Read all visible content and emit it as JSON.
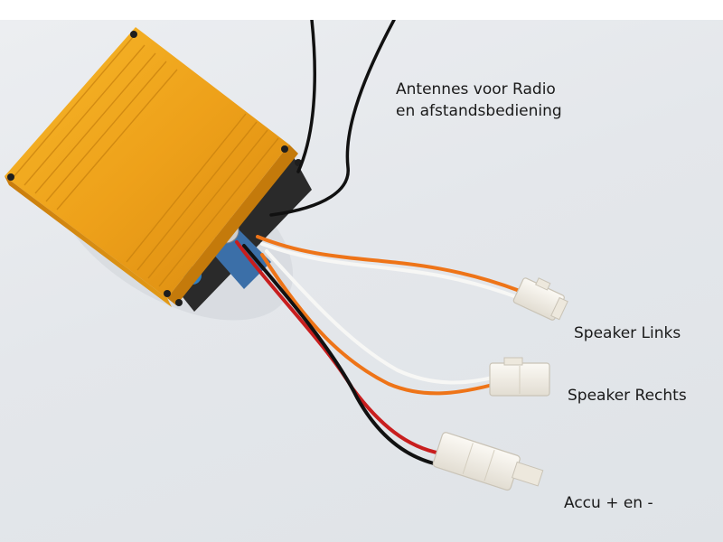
{
  "captions": {
    "antennes_line1": "Antennes voor Radio",
    "antennes_line2": "en afstandsbediening",
    "speaker_links": "Speaker Links",
    "speaker_rechts": "Speaker Rechts",
    "accu": "Accu + en -"
  },
  "colors": {
    "housing": "#f2a51c",
    "wire_black": "#111111",
    "wire_red": "#c81e1e",
    "wire_orange": "#ee7418",
    "wire_white": "#f7f7f5",
    "connector": "#f4f1ea",
    "background": "#e6e9ec"
  },
  "objects": [
    "amplifier-module",
    "antenna-wires",
    "speaker-links-connector",
    "speaker-rechts-connector",
    "battery-connector"
  ]
}
